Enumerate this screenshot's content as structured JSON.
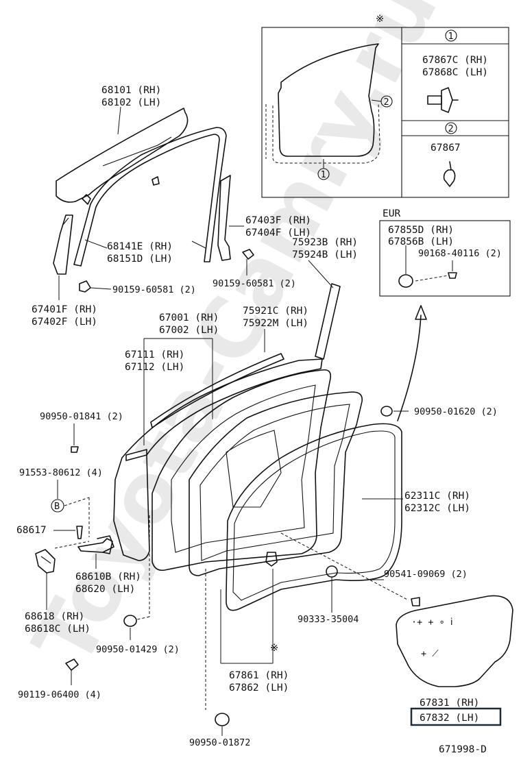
{
  "watermark": "Toyota-Camry.ru",
  "diagram_code": "671998-D",
  "symbol_note": "※",
  "inset_1": {
    "circle_1": "1",
    "circle_2": "2",
    "box1_header": "1",
    "box1_parts": [
      "67867C (RH)",
      "67868C (LH)"
    ],
    "box2_header": "2",
    "box2_parts": [
      "67867"
    ]
  },
  "inset_eur": {
    "region": "EUR",
    "parts": [
      "67855D (RH)",
      "67856B (LH)"
    ],
    "fastener": "90168-40116 (2)"
  },
  "labels": {
    "glass_rh": "68101 (RH)",
    "glass_lh": "68102 (LH)",
    "run_rh": "68141E (RH)",
    "run_lh": "68151D (LH)",
    "bolt_front": "90159-60581 (2)",
    "lower_frame_rh": "67401F (RH)",
    "lower_frame_lh": "67402F (LH)",
    "rear_frame_rh": "67403F (RH)",
    "rear_frame_lh": "67404F (LH)",
    "bolt_rear": "90159-60581 (2)",
    "garnish_rh": "75923B (RH)",
    "garnish_lh": "75924B (LH)",
    "panel_rh": "67001 (RH)",
    "panel_lh": "67002 (LH)",
    "moulding_rh": "75921C (RH)",
    "moulding_lh": "75922M (LH)",
    "outer_rh": "67111 (RH)",
    "outer_lh": "67112 (LH)",
    "plug_a": "90950-01841 (2)",
    "screw_b": "91553-80612 (4)",
    "circle_b": "B",
    "pin": "68617",
    "check_rh": "68610B (RH)",
    "check_lh": "68620 (LH)",
    "hinge_rh": "68618 (RH)",
    "hinge_lh": "68618C (LH)",
    "plug_c": "90950-01429 (2)",
    "bolt_hinge": "90119-06400 (4)",
    "weather_rh": "67861 (RH)",
    "weather_lh": "67862 (LH)",
    "plug_d": "90950-01872",
    "hole_plug": "90333-35004",
    "clip": "90541-09069 (2)",
    "plug_e": "90950-01620 (2)",
    "seal_rh": "62311C (RH)",
    "seal_lh": "62312C (LH)",
    "film_rh": "67831 (RH)",
    "film_lh": "67832 (LH)"
  }
}
